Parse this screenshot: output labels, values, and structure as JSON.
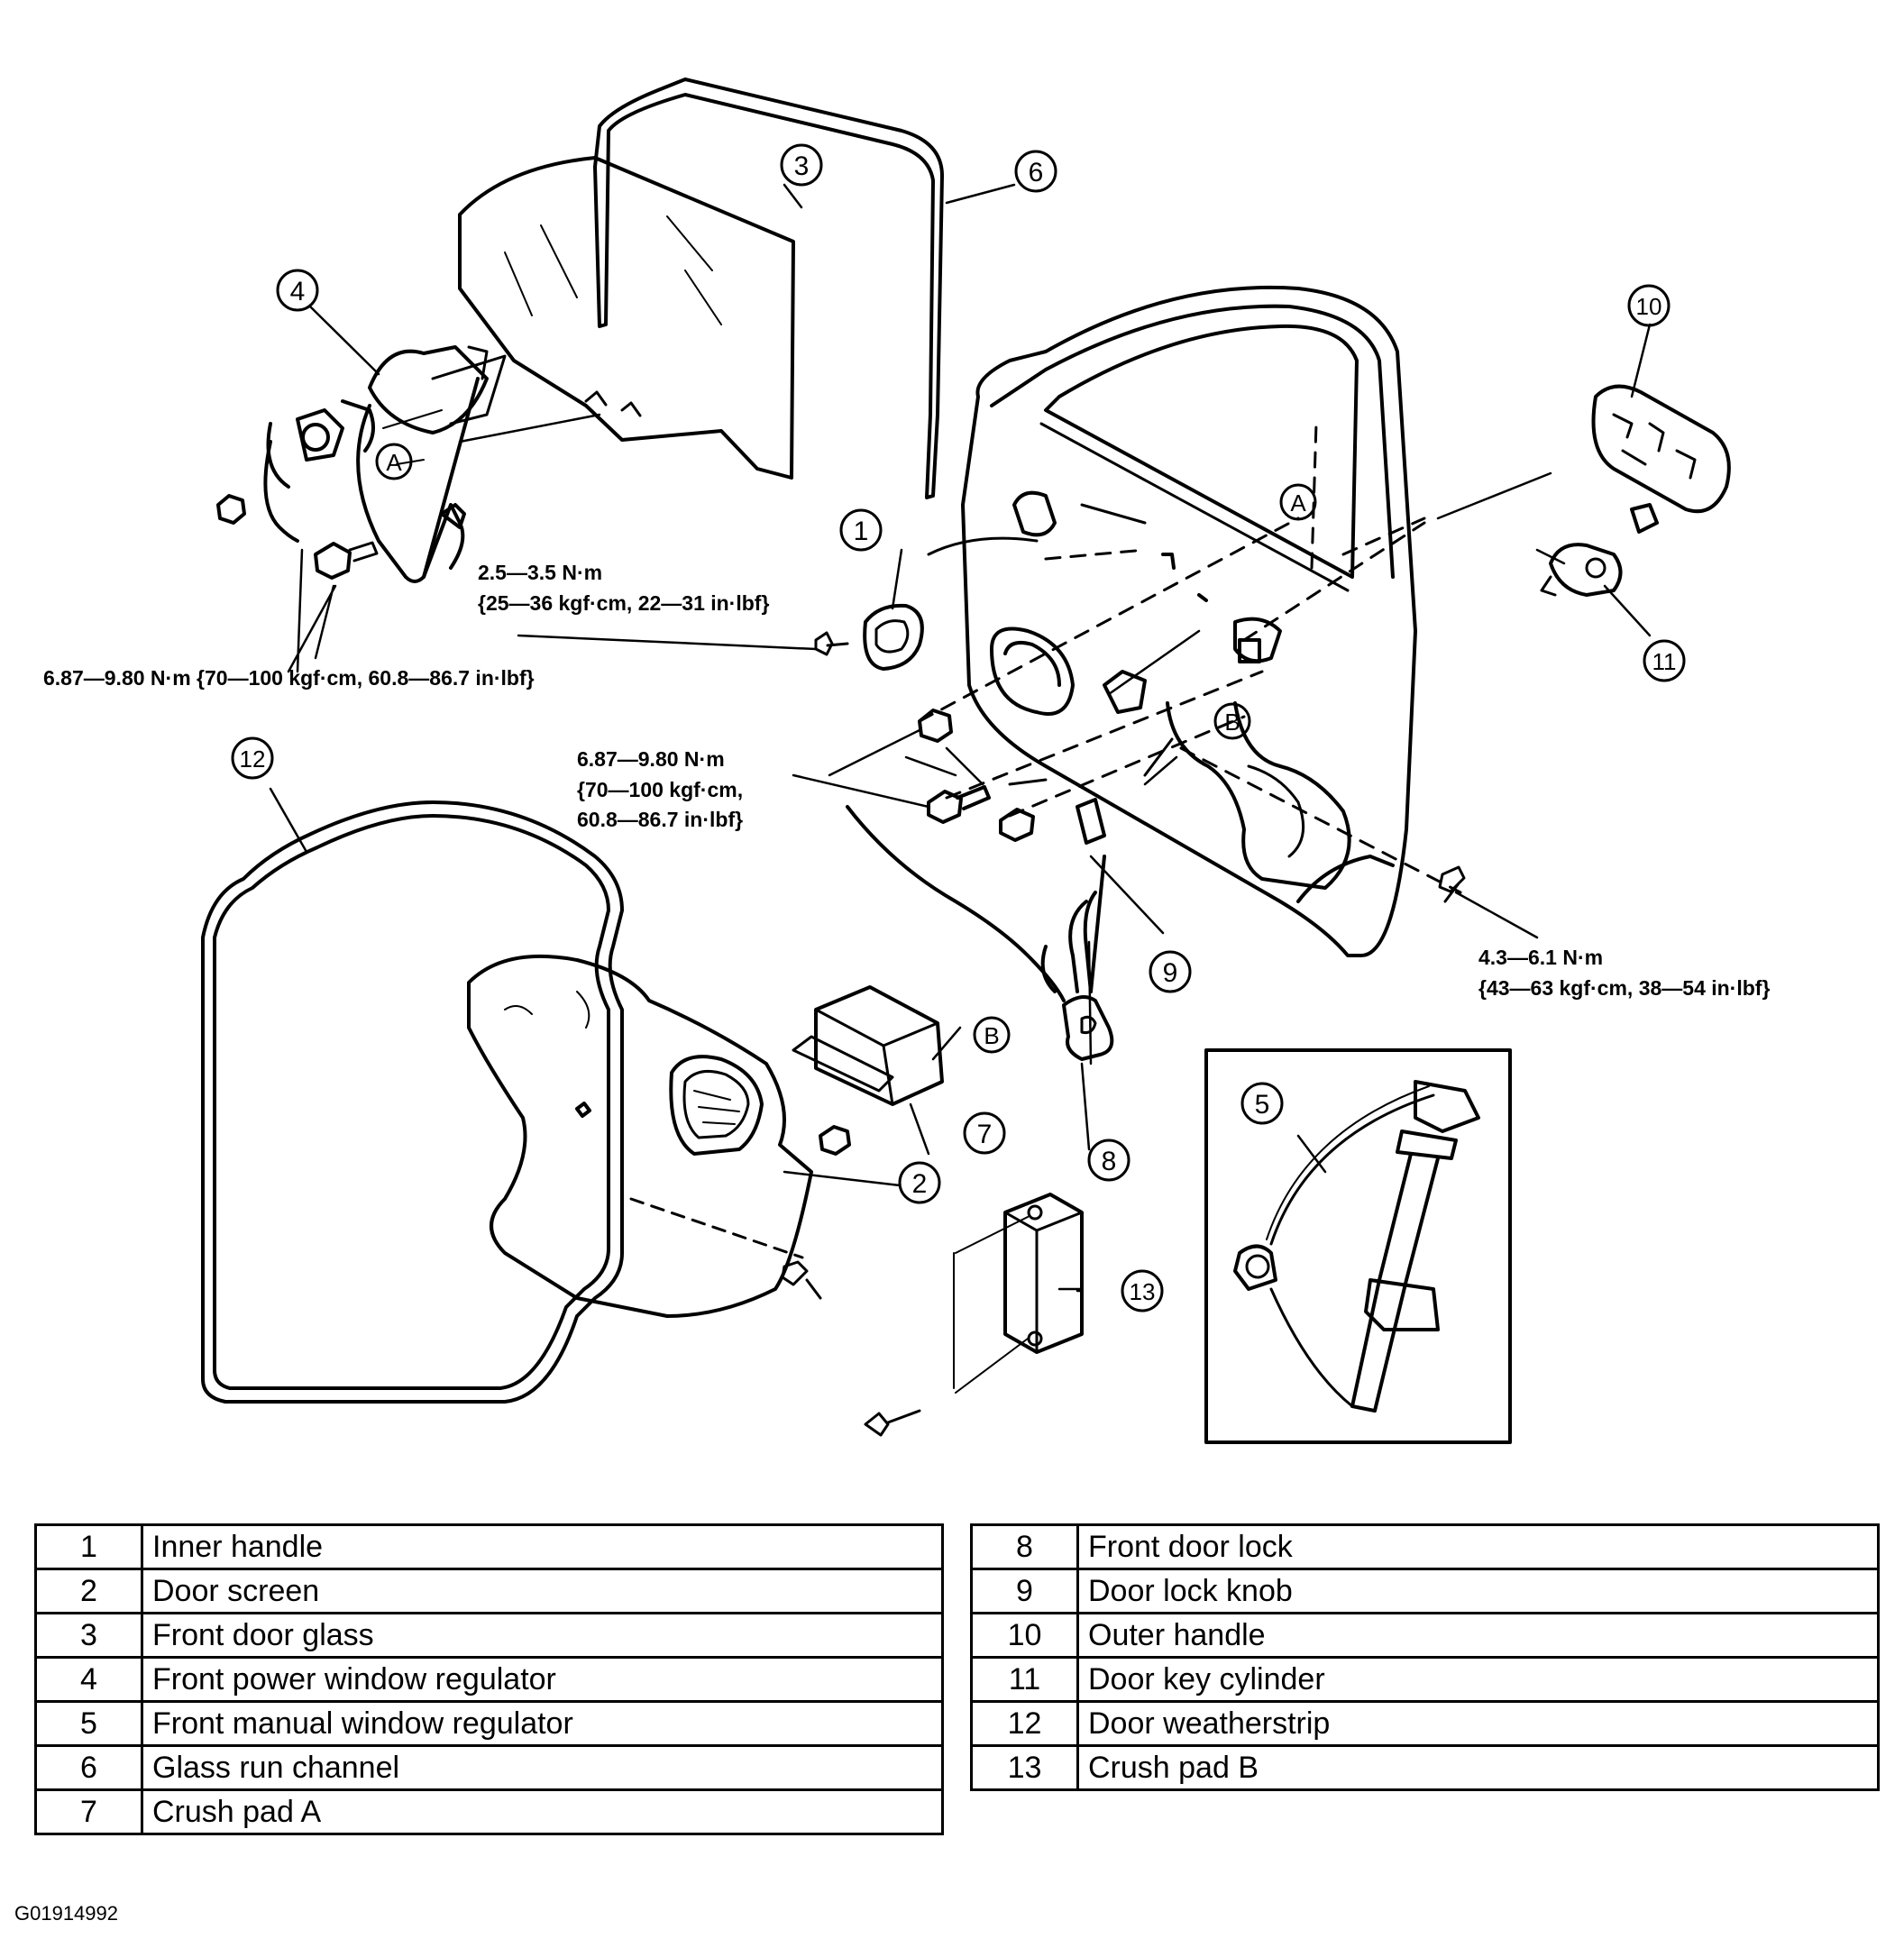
{
  "callouts": [
    {
      "id": "1"
    },
    {
      "id": "2"
    },
    {
      "id": "3"
    },
    {
      "id": "4"
    },
    {
      "id": "5"
    },
    {
      "id": "6"
    },
    {
      "id": "7"
    },
    {
      "id": "8"
    },
    {
      "id": "9"
    },
    {
      "id": "10"
    },
    {
      "id": "11"
    },
    {
      "id": "12"
    },
    {
      "id": "13"
    }
  ],
  "reference_marks": {
    "a": "A",
    "b": "B"
  },
  "torque_specs": {
    "handle_nut": {
      "line1": "2.5—3.5 N·m",
      "line2": "{25—36 kgf·cm, 22—31 in·lbf}"
    },
    "regulator_bolts": {
      "line1": "6.87—9.80 N·m {70—100 kgf·cm, 60.8—86.7 in·lbf}"
    },
    "door_bolts": {
      "line1": "6.87—9.80 N·m",
      "line2": "{70—100 kgf·cm,",
      "line3": "60.8—86.7 in·lbf}"
    },
    "lower_screw": {
      "line1": "4.3—6.1 N·m",
      "line2": "{43—63 kgf·cm, 38—54 in·lbf}"
    }
  },
  "parts_table_left": [
    {
      "num": "1",
      "name": "Inner handle"
    },
    {
      "num": "2",
      "name": "Door screen"
    },
    {
      "num": "3",
      "name": "Front door glass"
    },
    {
      "num": "4",
      "name": "Front power window regulator"
    },
    {
      "num": "5",
      "name": "Front manual window regulator"
    },
    {
      "num": "6",
      "name": "Glass run channel"
    },
    {
      "num": "7",
      "name": "Crush pad A"
    }
  ],
  "parts_table_right": [
    {
      "num": "8",
      "name": "Front door lock"
    },
    {
      "num": "9",
      "name": "Door lock knob"
    },
    {
      "num": "10",
      "name": "Outer handle"
    },
    {
      "num": "11",
      "name": "Door key cylinder"
    },
    {
      "num": "12",
      "name": "Door weatherstrip"
    },
    {
      "num": "13",
      "name": "Crush pad B"
    }
  ],
  "image_code": "G01914992"
}
